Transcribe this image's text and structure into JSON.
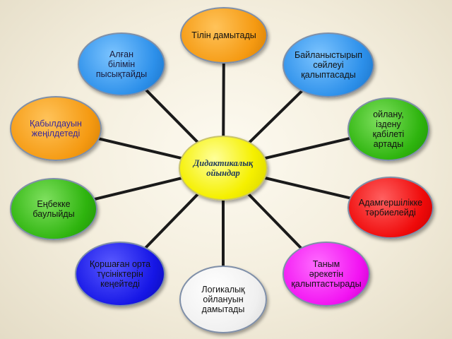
{
  "center": {
    "label": "Дидактикалық\nойындар"
  },
  "outcomes": {
    "top": "Тілін дамытады",
    "top_left": "Алған\nбілімін\nпысықтайды",
    "top_right": "Байланыстырып\nсөйлеуі\nқалыптасады",
    "left": "Қабылдауын\nжеңілдетеді",
    "right": "ойлану,\nіздену\nқабілеті\nартады",
    "mid_left": "Еңбекке\nбаулыйды",
    "mid_right": "Адамгершілікке\nтәрбиелейді",
    "bottom_left": "Қоршаған орта\nтүсініктерін\nкеңейтеді",
    "bottom_right": "Таным\nәрекетін\nқалыптастырады",
    "bottom": "Логикалық\nойлануын\nдамытады"
  },
  "colors": {
    "center": "#f5f000",
    "orange": "#f59a12",
    "blue": "#2d90ea",
    "green": "#2eb40e",
    "red": "#ef0a0a",
    "dark_blue": "#1616e6",
    "magenta": "#f213f2",
    "white": "#f0f0f0",
    "connector": "#1a1a1a"
  }
}
